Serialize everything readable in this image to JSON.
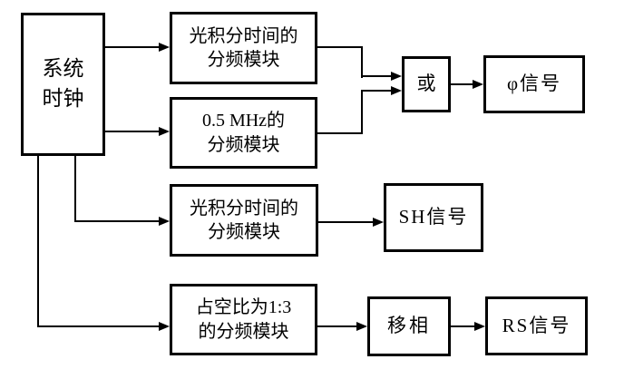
{
  "diagram": {
    "background_color": "#ffffff",
    "line_color": "#000000",
    "box_fill_color": "#ffffff",
    "nodes": {
      "system_clock": {
        "label": "系统\n时钟"
      },
      "integration_divider_top": {
        "label": "光积分时间的\n分频模块"
      },
      "mhz_divider": {
        "label": "0.5 MHz的\n分频模块"
      },
      "or_gate": {
        "label": "或"
      },
      "phi_signal": {
        "label": "φ信号"
      },
      "integration_divider_mid": {
        "label": "光积分时间的\n分频模块"
      },
      "sh_signal": {
        "label": "SH信号"
      },
      "duty_cycle_divider": {
        "label": "占空比为1:3\n的分频模块"
      },
      "phase_shifter": {
        "label": "移相"
      },
      "rs_signal": {
        "label": "RS信号"
      }
    },
    "connections": [
      {
        "from": "system_clock",
        "to": "integration_divider_top"
      },
      {
        "from": "system_clock",
        "to": "mhz_divider"
      },
      {
        "from": "system_clock",
        "to": "integration_divider_mid"
      },
      {
        "from": "system_clock",
        "to": "duty_cycle_divider"
      },
      {
        "from": "integration_divider_top",
        "to": "or_gate"
      },
      {
        "from": "mhz_divider",
        "to": "or_gate"
      },
      {
        "from": "or_gate",
        "to": "phi_signal"
      },
      {
        "from": "integration_divider_mid",
        "to": "sh_signal"
      },
      {
        "from": "duty_cycle_divider",
        "to": "phase_shifter"
      },
      {
        "from": "phase_shifter",
        "to": "rs_signal"
      }
    ]
  }
}
